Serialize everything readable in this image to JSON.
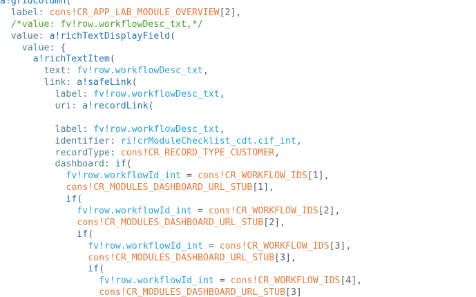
{
  "editor": {
    "colors": {
      "plain": "#3c6e8f",
      "prop": "#4f7f8c",
      "cons": "#e07b3c",
      "field": "#2a9fd6",
      "comment": "#4aa02c",
      "fn": "#1f6fb2",
      "punct": "#555f66"
    },
    "lines": [
      {
        "indent": 0,
        "tokens": [
          [
            "fn",
            "a!gridColumn"
          ],
          [
            "punct",
            "("
          ]
        ]
      },
      {
        "indent": 2,
        "tokens": [
          [
            "prop",
            "label: "
          ],
          [
            "cons",
            "cons!CR_APP_LAB_MODULE_OVERVIEW"
          ],
          [
            "punct",
            "[2],"
          ]
        ]
      },
      {
        "indent": 2,
        "tokens": [
          [
            "comment",
            "/*value: fv!row.workflowDesc_txt,*/"
          ]
        ]
      },
      {
        "indent": 2,
        "tokens": [
          [
            "prop",
            "value: "
          ],
          [
            "fn",
            "a!richTextDisplayField"
          ],
          [
            "punct",
            "("
          ]
        ]
      },
      {
        "indent": 4,
        "tokens": [
          [
            "prop",
            "value: "
          ],
          [
            "punct",
            "{"
          ]
        ]
      },
      {
        "indent": 6,
        "tokens": [
          [
            "fn",
            "a!richTextItem"
          ],
          [
            "punct",
            "("
          ]
        ]
      },
      {
        "indent": 8,
        "tokens": [
          [
            "prop",
            "text: "
          ],
          [
            "field",
            "fv!row.workflowDesc_txt"
          ],
          [
            "punct",
            ","
          ]
        ]
      },
      {
        "indent": 8,
        "tokens": [
          [
            "prop",
            "link: "
          ],
          [
            "fn",
            "a!safeLink"
          ],
          [
            "punct",
            "("
          ]
        ]
      },
      {
        "indent": 10,
        "tokens": [
          [
            "prop",
            "label: "
          ],
          [
            "field",
            "fv!row.workflowDesc_txt"
          ],
          [
            "punct",
            ","
          ]
        ]
      },
      {
        "indent": 10,
        "tokens": [
          [
            "prop",
            "uri: "
          ],
          [
            "fn",
            "a!recordLink"
          ],
          [
            "punct",
            "("
          ]
        ]
      },
      {
        "indent": 0,
        "tokens": []
      },
      {
        "indent": 10,
        "tokens": [
          [
            "prop",
            "label: "
          ],
          [
            "field",
            "fv!row.workflowDesc_txt"
          ],
          [
            "punct",
            ","
          ]
        ]
      },
      {
        "indent": 10,
        "tokens": [
          [
            "prop",
            "identifier: "
          ],
          [
            "field",
            "ri!crModuleChecklist_cdt.cif_int"
          ],
          [
            "punct",
            ","
          ]
        ]
      },
      {
        "indent": 10,
        "tokens": [
          [
            "prop",
            "recordType: "
          ],
          [
            "cons",
            "cons!CR_RECORD_TYPE_CUSTOMER"
          ],
          [
            "punct",
            ","
          ]
        ]
      },
      {
        "indent": 10,
        "tokens": [
          [
            "prop",
            "dashboard: "
          ],
          [
            "fn",
            "if"
          ],
          [
            "punct",
            "("
          ]
        ]
      },
      {
        "indent": 12,
        "tokens": [
          [
            "field",
            "fv!row.workflowId_int"
          ],
          [
            "punct",
            " = "
          ],
          [
            "cons",
            "cons!CR_WORKFLOW_IDS"
          ],
          [
            "punct",
            "[1],"
          ]
        ]
      },
      {
        "indent": 12,
        "tokens": [
          [
            "cons",
            "cons!CR_MODULES_DASHBOARD_URL_STUB"
          ],
          [
            "punct",
            "[1],"
          ]
        ]
      },
      {
        "indent": 12,
        "tokens": [
          [
            "fn",
            "if"
          ],
          [
            "punct",
            "("
          ]
        ]
      },
      {
        "indent": 14,
        "tokens": [
          [
            "field",
            "fv!row.workflowId_int"
          ],
          [
            "punct",
            " = "
          ],
          [
            "cons",
            "cons!CR_WORKFLOW_IDS"
          ],
          [
            "punct",
            "[2],"
          ]
        ]
      },
      {
        "indent": 14,
        "tokens": [
          [
            "cons",
            "cons!CR_MODULES_DASHBOARD_URL_STUB"
          ],
          [
            "punct",
            "[2],"
          ]
        ]
      },
      {
        "indent": 14,
        "tokens": [
          [
            "fn",
            "if"
          ],
          [
            "punct",
            "("
          ]
        ]
      },
      {
        "indent": 16,
        "tokens": [
          [
            "field",
            "fv!row.workflowId_int"
          ],
          [
            "punct",
            " = "
          ],
          [
            "cons",
            "cons!CR_WORKFLOW_IDS"
          ],
          [
            "punct",
            "[3],"
          ]
        ]
      },
      {
        "indent": 16,
        "tokens": [
          [
            "cons",
            "cons!CR_MODULES_DASHBOARD_URL_STUB"
          ],
          [
            "punct",
            "[3],"
          ]
        ]
      },
      {
        "indent": 16,
        "tokens": [
          [
            "fn",
            "if"
          ],
          [
            "punct",
            "("
          ]
        ]
      },
      {
        "indent": 18,
        "tokens": [
          [
            "field",
            "fv!row.workflowId_int"
          ],
          [
            "punct",
            " = "
          ],
          [
            "cons",
            "cons!CR_WORKFLOW_IDS"
          ],
          [
            "punct",
            "[4],"
          ]
        ]
      },
      {
        "indent": 18,
        "tokens": [
          [
            "cons",
            "cons!CR_MODULES_DASHBOARD_URL_STUB"
          ],
          [
            "punct",
            "[3]"
          ]
        ]
      }
    ]
  }
}
